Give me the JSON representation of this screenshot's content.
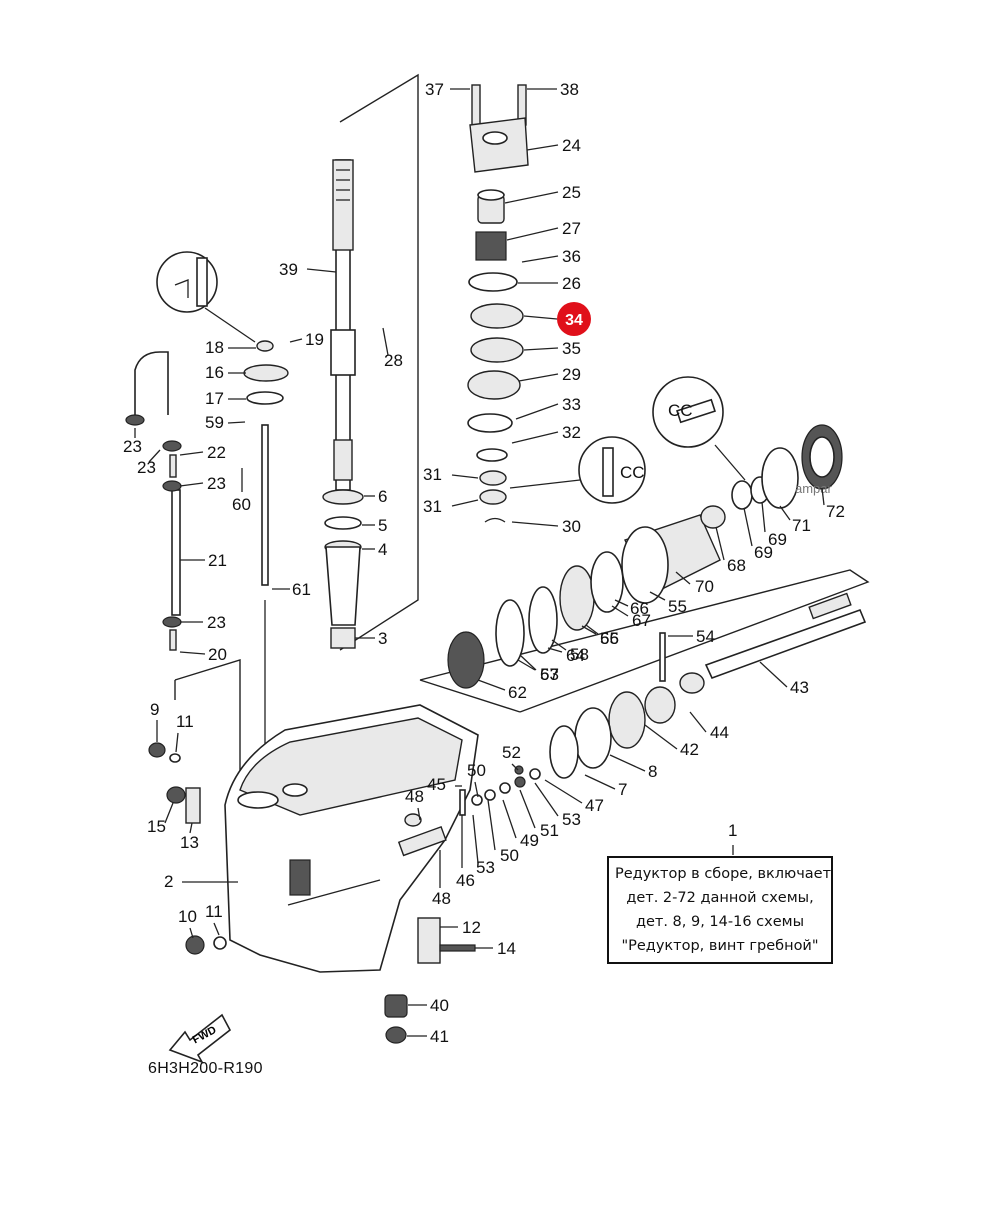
{
  "diagram": {
    "drawing_code": "6H3H200-R190",
    "fwd_marker": "FWD",
    "highlighted_part": "34",
    "highlight_color": "#e0101a",
    "watermark_fragment": "ampar",
    "callouts": [
      "1",
      "2",
      "3",
      "4",
      "5",
      "6",
      "7",
      "8",
      "9",
      "10",
      "11",
      "11",
      "12",
      "13",
      "14",
      "15",
      "16",
      "17",
      "18",
      "19",
      "20",
      "21",
      "22",
      "23",
      "23",
      "23",
      "23",
      "24",
      "25",
      "26",
      "27",
      "28",
      "29",
      "30",
      "31",
      "31",
      "32",
      "33",
      "34",
      "35",
      "36",
      "37",
      "38",
      "39",
      "40",
      "41",
      "42",
      "43",
      "44",
      "45",
      "46",
      "47",
      "48",
      "48",
      "49",
      "50",
      "50",
      "51",
      "52",
      "53",
      "53",
      "54",
      "55",
      "56",
      "57",
      "58",
      "59",
      "60",
      "61",
      "62",
      "63",
      "64",
      "65",
      "66",
      "67",
      "68",
      "69",
      "69",
      "70",
      "71",
      "72"
    ],
    "note": {
      "line1": "Редуктор в сборе, включает",
      "line2": "дет. 2-72 данной схемы,",
      "line3": "дет. 8, 9, 14-16 схемы",
      "line4": "\"Редуктор, винт гребной\""
    }
  }
}
